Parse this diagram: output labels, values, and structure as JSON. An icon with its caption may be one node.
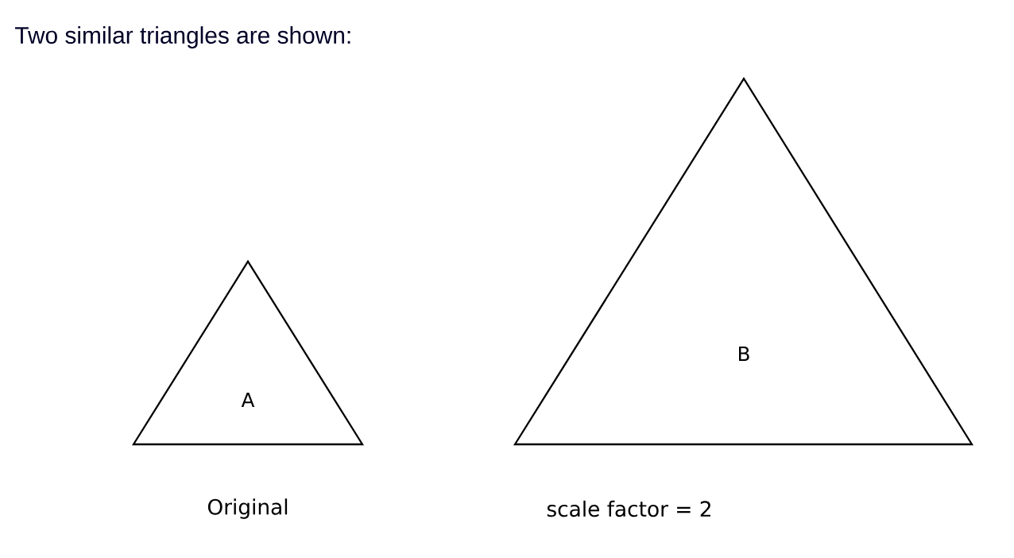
{
  "diagram": {
    "title": "Two similar triangles are shown:",
    "nodes": [
      {
        "text": [
          "A"
        ],
        "beside": [
          "Original"
        ]
      },
      {
        "text": [
          "B"
        ],
        "beside": [
          "scale factor = 2"
        ]
      }
    ]
  }
}
